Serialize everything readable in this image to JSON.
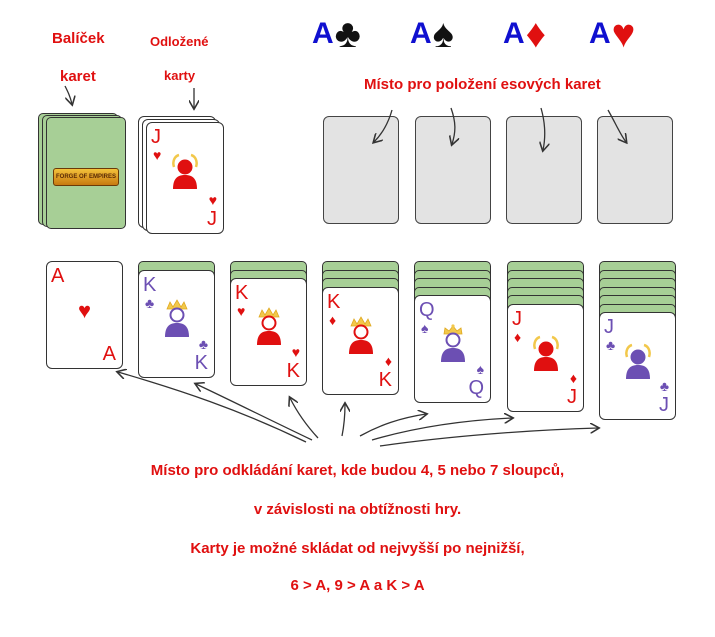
{
  "labels": {
    "deck_line1": "Balíček",
    "deck_line2": "karet",
    "discard_line1": "Odložené",
    "discard_line2": "karty",
    "foundation": "Místo pro položení esových karet"
  },
  "aces": [
    {
      "rank": "A",
      "suit": "♣",
      "color": "#111111"
    },
    {
      "rank": "A",
      "suit": "♠",
      "color": "#111111"
    },
    {
      "rank": "A",
      "suit": "♦",
      "color": "#e01010"
    },
    {
      "rank": "A",
      "suit": "♥",
      "color": "#e01010"
    }
  ],
  "deck_logo": "FORGE OF EMPIRES",
  "discard_card": {
    "rank": "J",
    "suit": "♥",
    "face": "jack"
  },
  "tableau": [
    {
      "rank": "A",
      "suit": "♥",
      "face": "ace",
      "hidden": 0
    },
    {
      "rank": "K",
      "suit": "♣",
      "face": "king",
      "hidden": 1
    },
    {
      "rank": "K",
      "suit": "♥",
      "face": "king",
      "hidden": 2
    },
    {
      "rank": "K",
      "suit": "♦",
      "face": "king",
      "hidden": 3
    },
    {
      "rank": "Q",
      "suit": "♠",
      "face": "queen",
      "hidden": 4
    },
    {
      "rank": "J",
      "suit": "♦",
      "face": "jack",
      "hidden": 5
    },
    {
      "rank": "J",
      "suit": "♣",
      "face": "jack",
      "hidden": 6
    }
  ],
  "bottom_text": [
    "Místo pro odkládání karet, kde budou 4, 5 nebo 7 sloupců,",
    "v závislosti na obtížnosti hry.",
    "Karty je možné skládat od nejvyšší po nejnižší,",
    "6 > A, 9 > A a K > A"
  ],
  "colors": {
    "red": "#e01010",
    "blue": "#1010d0",
    "purple": "#6c4fb3",
    "back": "#a7cf96",
    "slot": "#e3e3e3"
  }
}
